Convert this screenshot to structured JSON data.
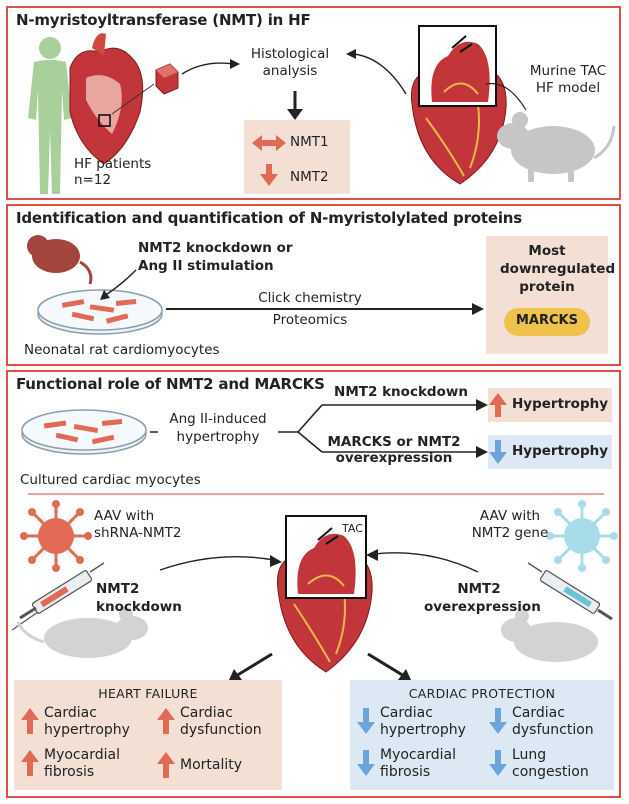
{
  "colors": {
    "accent_red": "#e0503f",
    "up_arrow": "#e06a55",
    "down_arrow": "#6fa4d8",
    "pink_box": "#f3dfd4",
    "blue_box": "#dce9f4",
    "marcks_pill": "#efc24e"
  },
  "panel1": {
    "title": "N-myristoyltransferase (NMT) in HF",
    "histology_label": "Histological analysis",
    "patients_label": "HF patients",
    "patients_n": "n=12",
    "model_label": "Murine TAC HF model",
    "nmt1": "NMT1",
    "nmt2": "NMT2"
  },
  "panel2": {
    "title": "Identification and quantification of N-myristolylated proteins",
    "stimulus": "NMT2 knockdown or Ang II stimulation",
    "method_1": "Click chemistry",
    "method_2": "Proteomics",
    "cells_label": "Neonatal rat cardiomyocytes",
    "result_label": "Most downregulated protein",
    "protein": "MARCKS"
  },
  "panel3": {
    "title": "Functional role of NMT2 and MARCKS",
    "cells_label": "Cultured cardiac myocytes",
    "stimulus": "Ang II-induced hypertrophy",
    "branch_up": "NMT2 knockdown",
    "branch_down": "MARCKS or NMT2 overexpression",
    "result_up": "Hypertrophy",
    "result_down": "Hypertrophy",
    "aav_left": "AAV with shRNA-NMT2",
    "aav_right": "AAV with NMT2 gene",
    "left_treatment": "NMT2 knockdown",
    "right_treatment": "NMT2 overexpression",
    "tac": "TAC",
    "hf_header": "HEART FAILURE",
    "hf_items": [
      "Cardiac hypertrophy",
      "Cardiac dysfunction",
      "Myocardial fibrosis",
      "Mortality"
    ],
    "cp_header": "CARDIAC PROTECTION",
    "cp_items": [
      "Cardiac hypertrophy",
      "Cardiac dysfunction",
      "Myocardial fibrosis",
      "Lung congestion"
    ]
  }
}
